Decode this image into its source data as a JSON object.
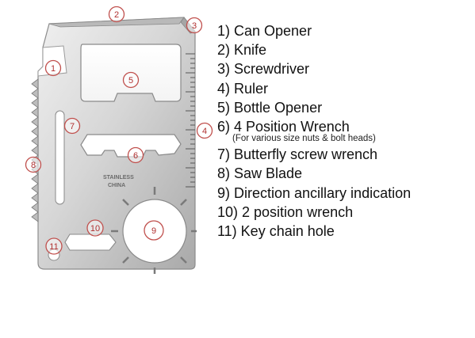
{
  "stamp": [
    "STAINLESS",
    "CHINA"
  ],
  "callouts": [
    "1",
    "2",
    "3",
    "4",
    "5",
    "6",
    "7",
    "8",
    "9",
    "10",
    "11"
  ],
  "legend": [
    {
      "text": "1) Can Opener"
    },
    {
      "text": "2) Knife"
    },
    {
      "text": "3) Screwdriver"
    },
    {
      "text": "4) Ruler"
    },
    {
      "text": "5) Bottle Opener"
    },
    {
      "text": "6) 4 Position Wrench"
    },
    {
      "text": "(For various size nuts & bolt heads)",
      "note": true
    },
    {
      "text": "7) Butterfly screw wrench"
    },
    {
      "text": "8) Saw Blade"
    },
    {
      "text": "9) Direction ancillary indication"
    },
    {
      "text": "10) 2 position wrench"
    },
    {
      "text": "11) Key chain hole"
    }
  ],
  "colors": {
    "callout": "#c0504d",
    "steel_light": "#e4e4e4",
    "steel_dark": "#9a9a9a",
    "text": "#111111"
  }
}
